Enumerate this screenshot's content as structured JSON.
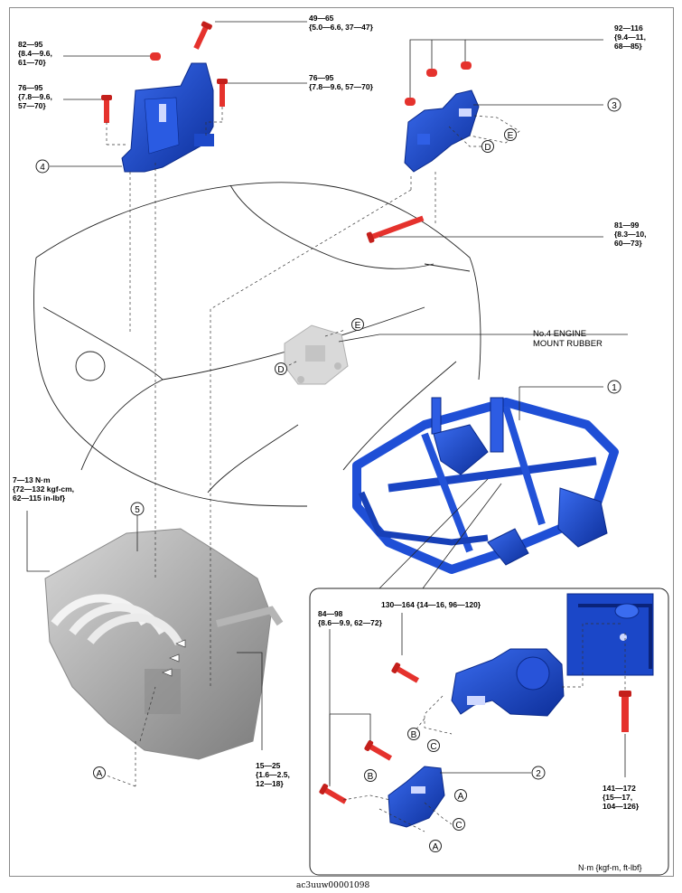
{
  "torques": {
    "t49": "49—65\n{5.0—6.6, 37—47}",
    "t82": "82—95\n{8.4—9.6,\n61—70}",
    "t76a": "76—95\n{7.8—9.6,\n57—70}",
    "t76b": "76—95\n{7.8—9.6, 57—70}",
    "t92": "92—116\n{9.4—11,\n68—85}",
    "t81": "81—99\n{8.3—10,\n60—73}",
    "t7": "7—13 N·m\n{72—132 kgf-cm,\n62—115 in-lbf}",
    "t15": "15—25\n{1.6—2.5,\n12—18}",
    "t130": "130—164 {14—16, 96—120}",
    "t84": "84—98\n{8.6—9.9, 62—72}",
    "t141": "141—172\n{15—17,\n104—126}"
  },
  "callouts": {
    "n1": "1",
    "n2": "2",
    "n3": "3",
    "n4": "4",
    "n5": "5"
  },
  "refs": {
    "a": "A",
    "b": "B",
    "c": "C",
    "d": "D",
    "e": "E"
  },
  "mount_label": "No.4 ENGINE\nMOUNT RUBBER",
  "units_note": "N·m {kgf-m, ft-lbf}",
  "figure_code": "ac3uuw00001098",
  "colors": {
    "part_blue": "#1f4fd6",
    "part_dark": "#0b2a8a",
    "bolt_red": "#e5322d",
    "engine_gray": "#9a9a9a"
  }
}
